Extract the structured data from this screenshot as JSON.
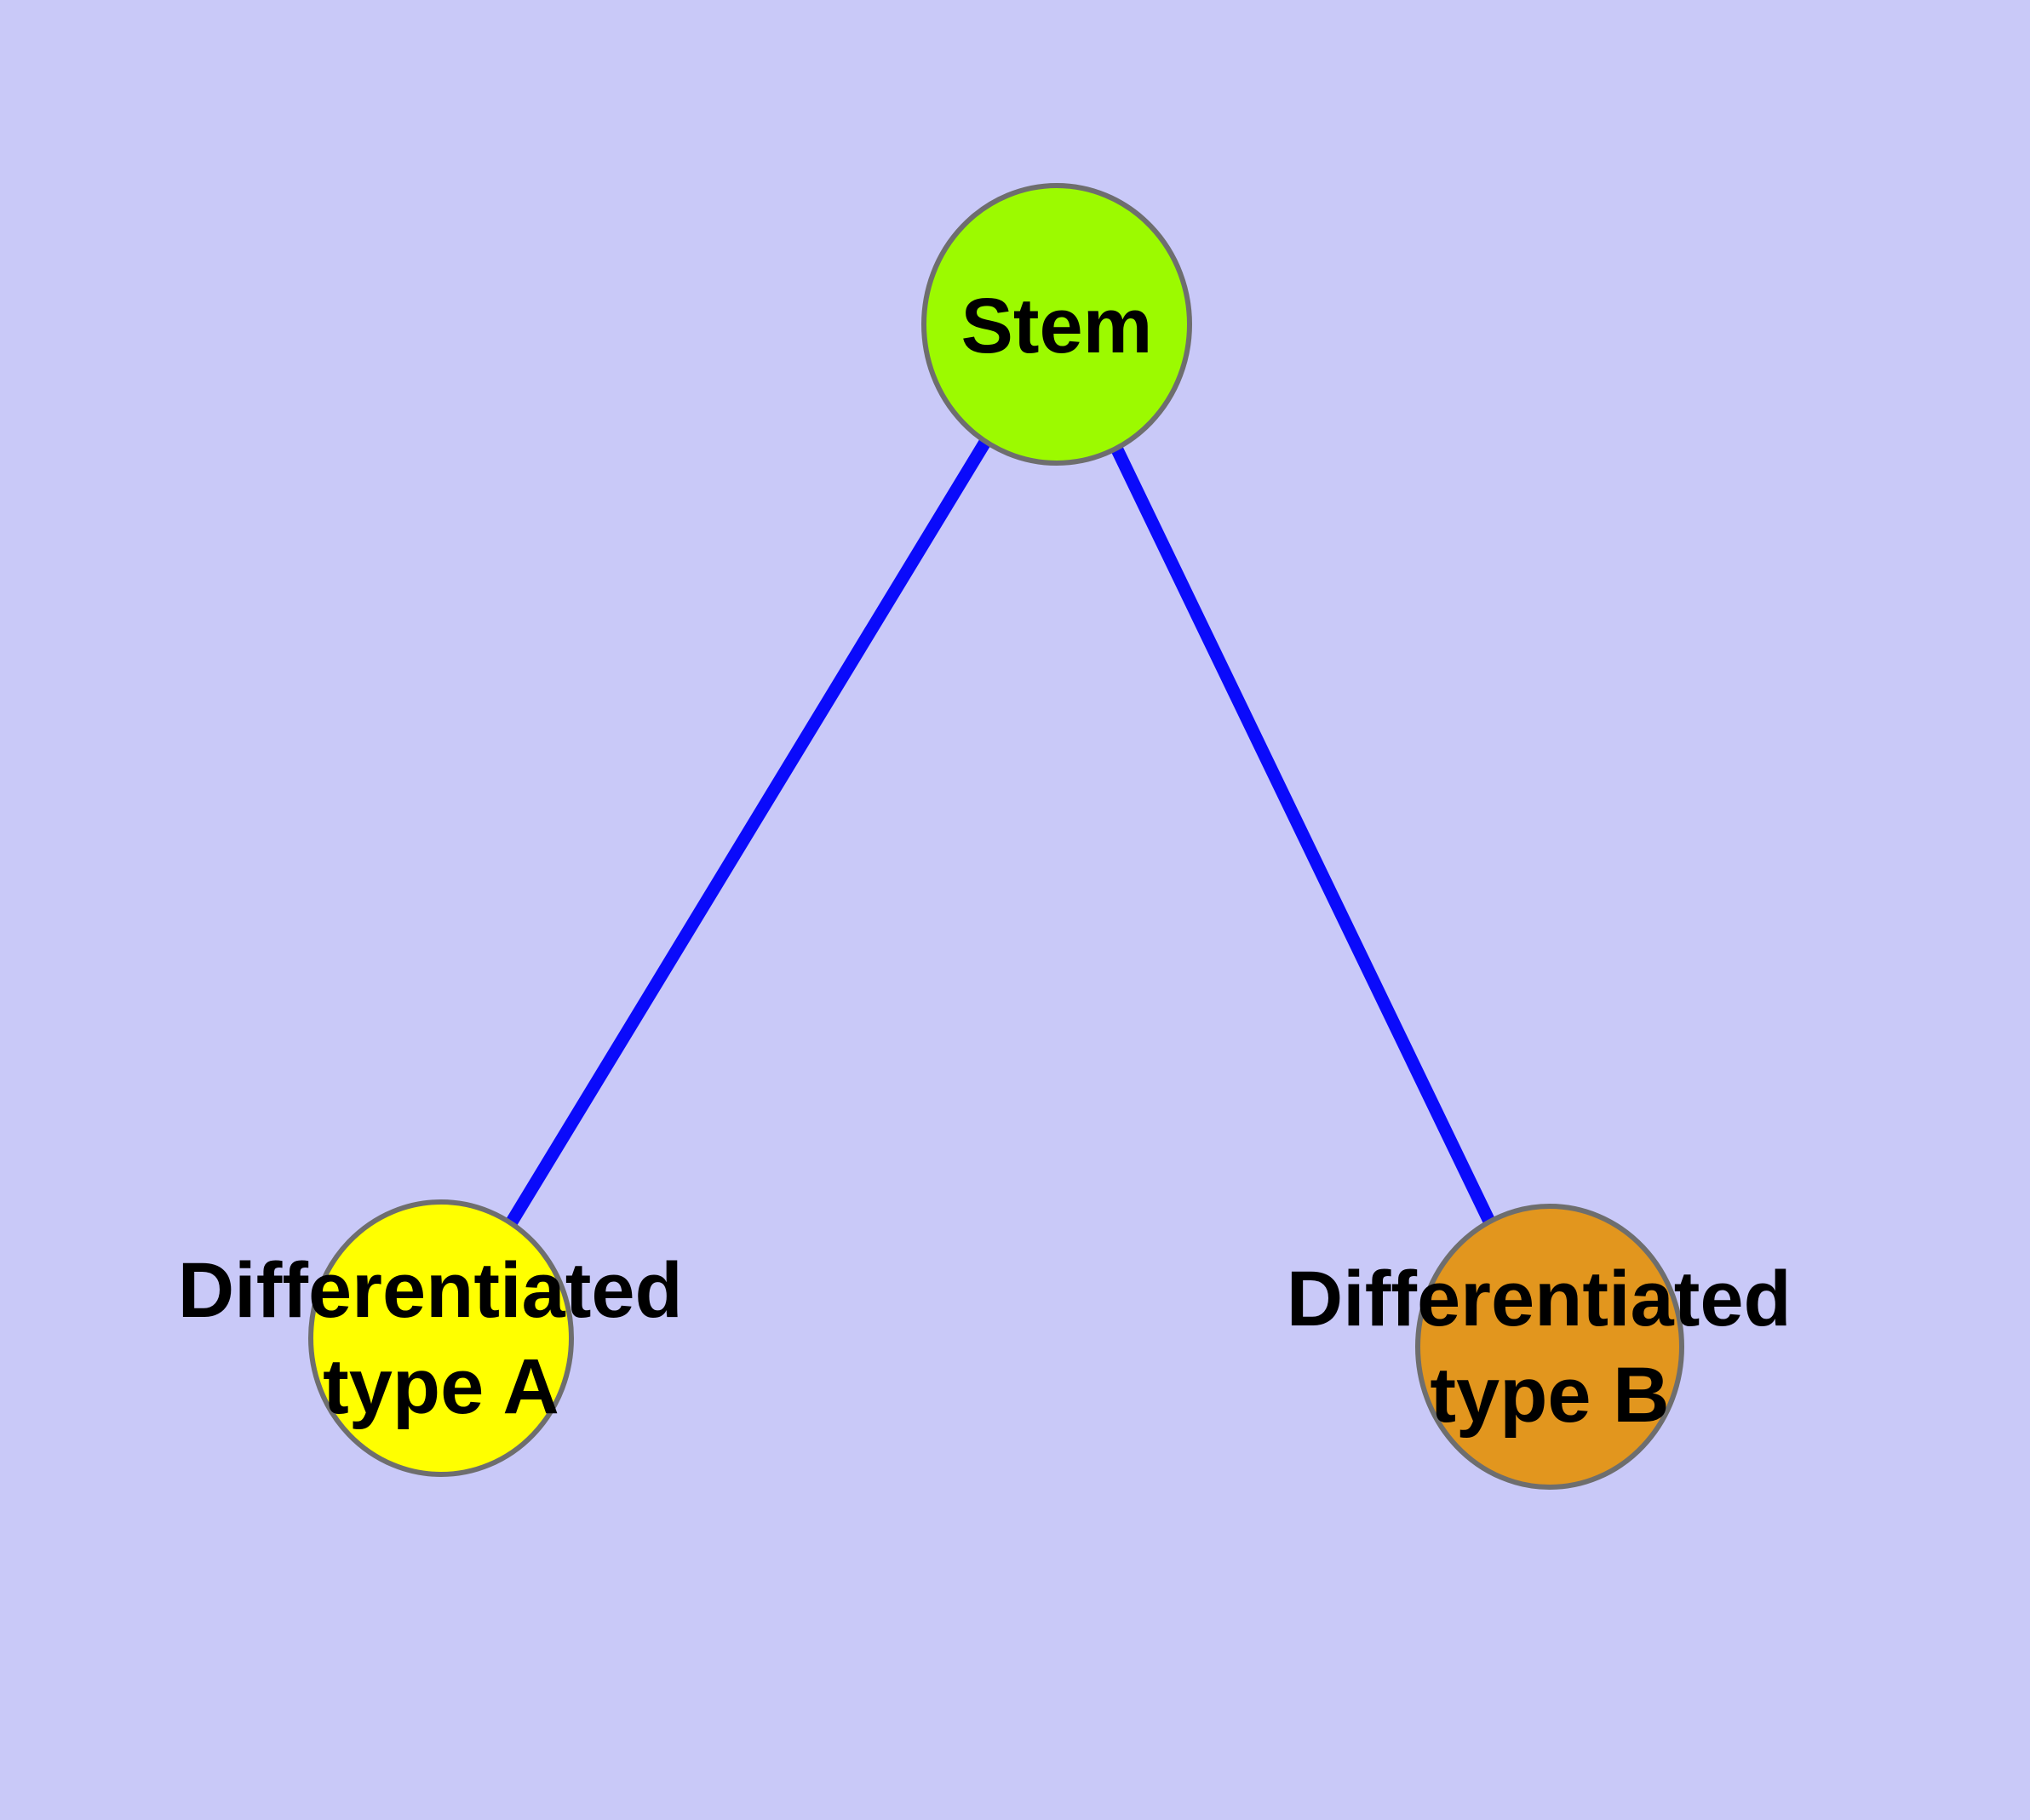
{
  "diagram": {
    "type": "graph",
    "background_color": "#C9C9F8",
    "edge_color": "#0A0AFB",
    "node_border_color": "#6E6E6E",
    "label_color": "#000000",
    "nodes": {
      "stem": {
        "label": "Stem",
        "fill": "#9CFA00"
      },
      "type_a": {
        "label": "Differentiated type A",
        "line1": "Differentiated",
        "line2": "type A",
        "fill": "#FFFF00"
      },
      "type_b": {
        "label": "Differentiated type B",
        "line1": "Differentiated",
        "line2": "type B",
        "fill": "#E2961E"
      }
    },
    "edges": [
      {
        "from": "Stem",
        "to": "Differentiated type A"
      },
      {
        "from": "Stem",
        "to": "Differentiated type B"
      }
    ]
  }
}
